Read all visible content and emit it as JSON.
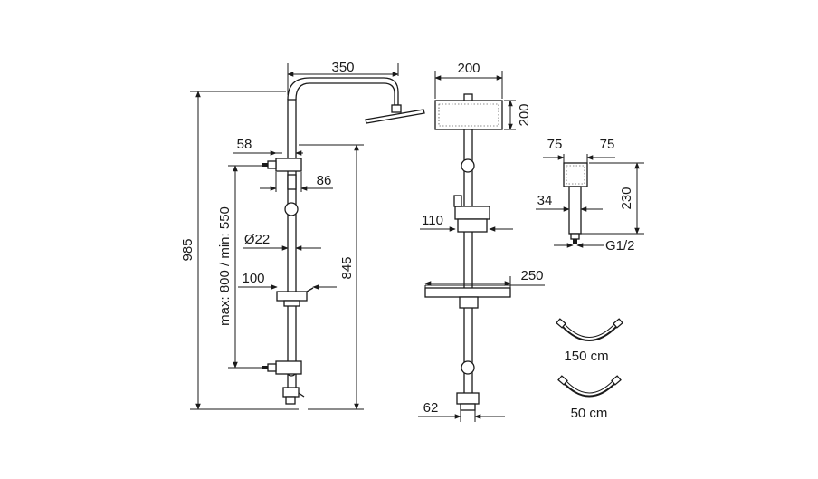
{
  "dimensions": {
    "d350": "350",
    "d200w": "200",
    "d200h": "200",
    "d58": "58",
    "d86": "86",
    "d22": "Ø22",
    "d100": "100",
    "d985": "985",
    "range": "max: 800 / min: 550",
    "d845": "845",
    "d110": "110",
    "d250": "250",
    "d62": "62",
    "d75a": "75",
    "d75b": "75",
    "d34": "34",
    "d230": "230",
    "thread": "G1/2"
  },
  "hoses": [
    {
      "label": "150 cm"
    },
    {
      "label": "50 cm"
    }
  ]
}
